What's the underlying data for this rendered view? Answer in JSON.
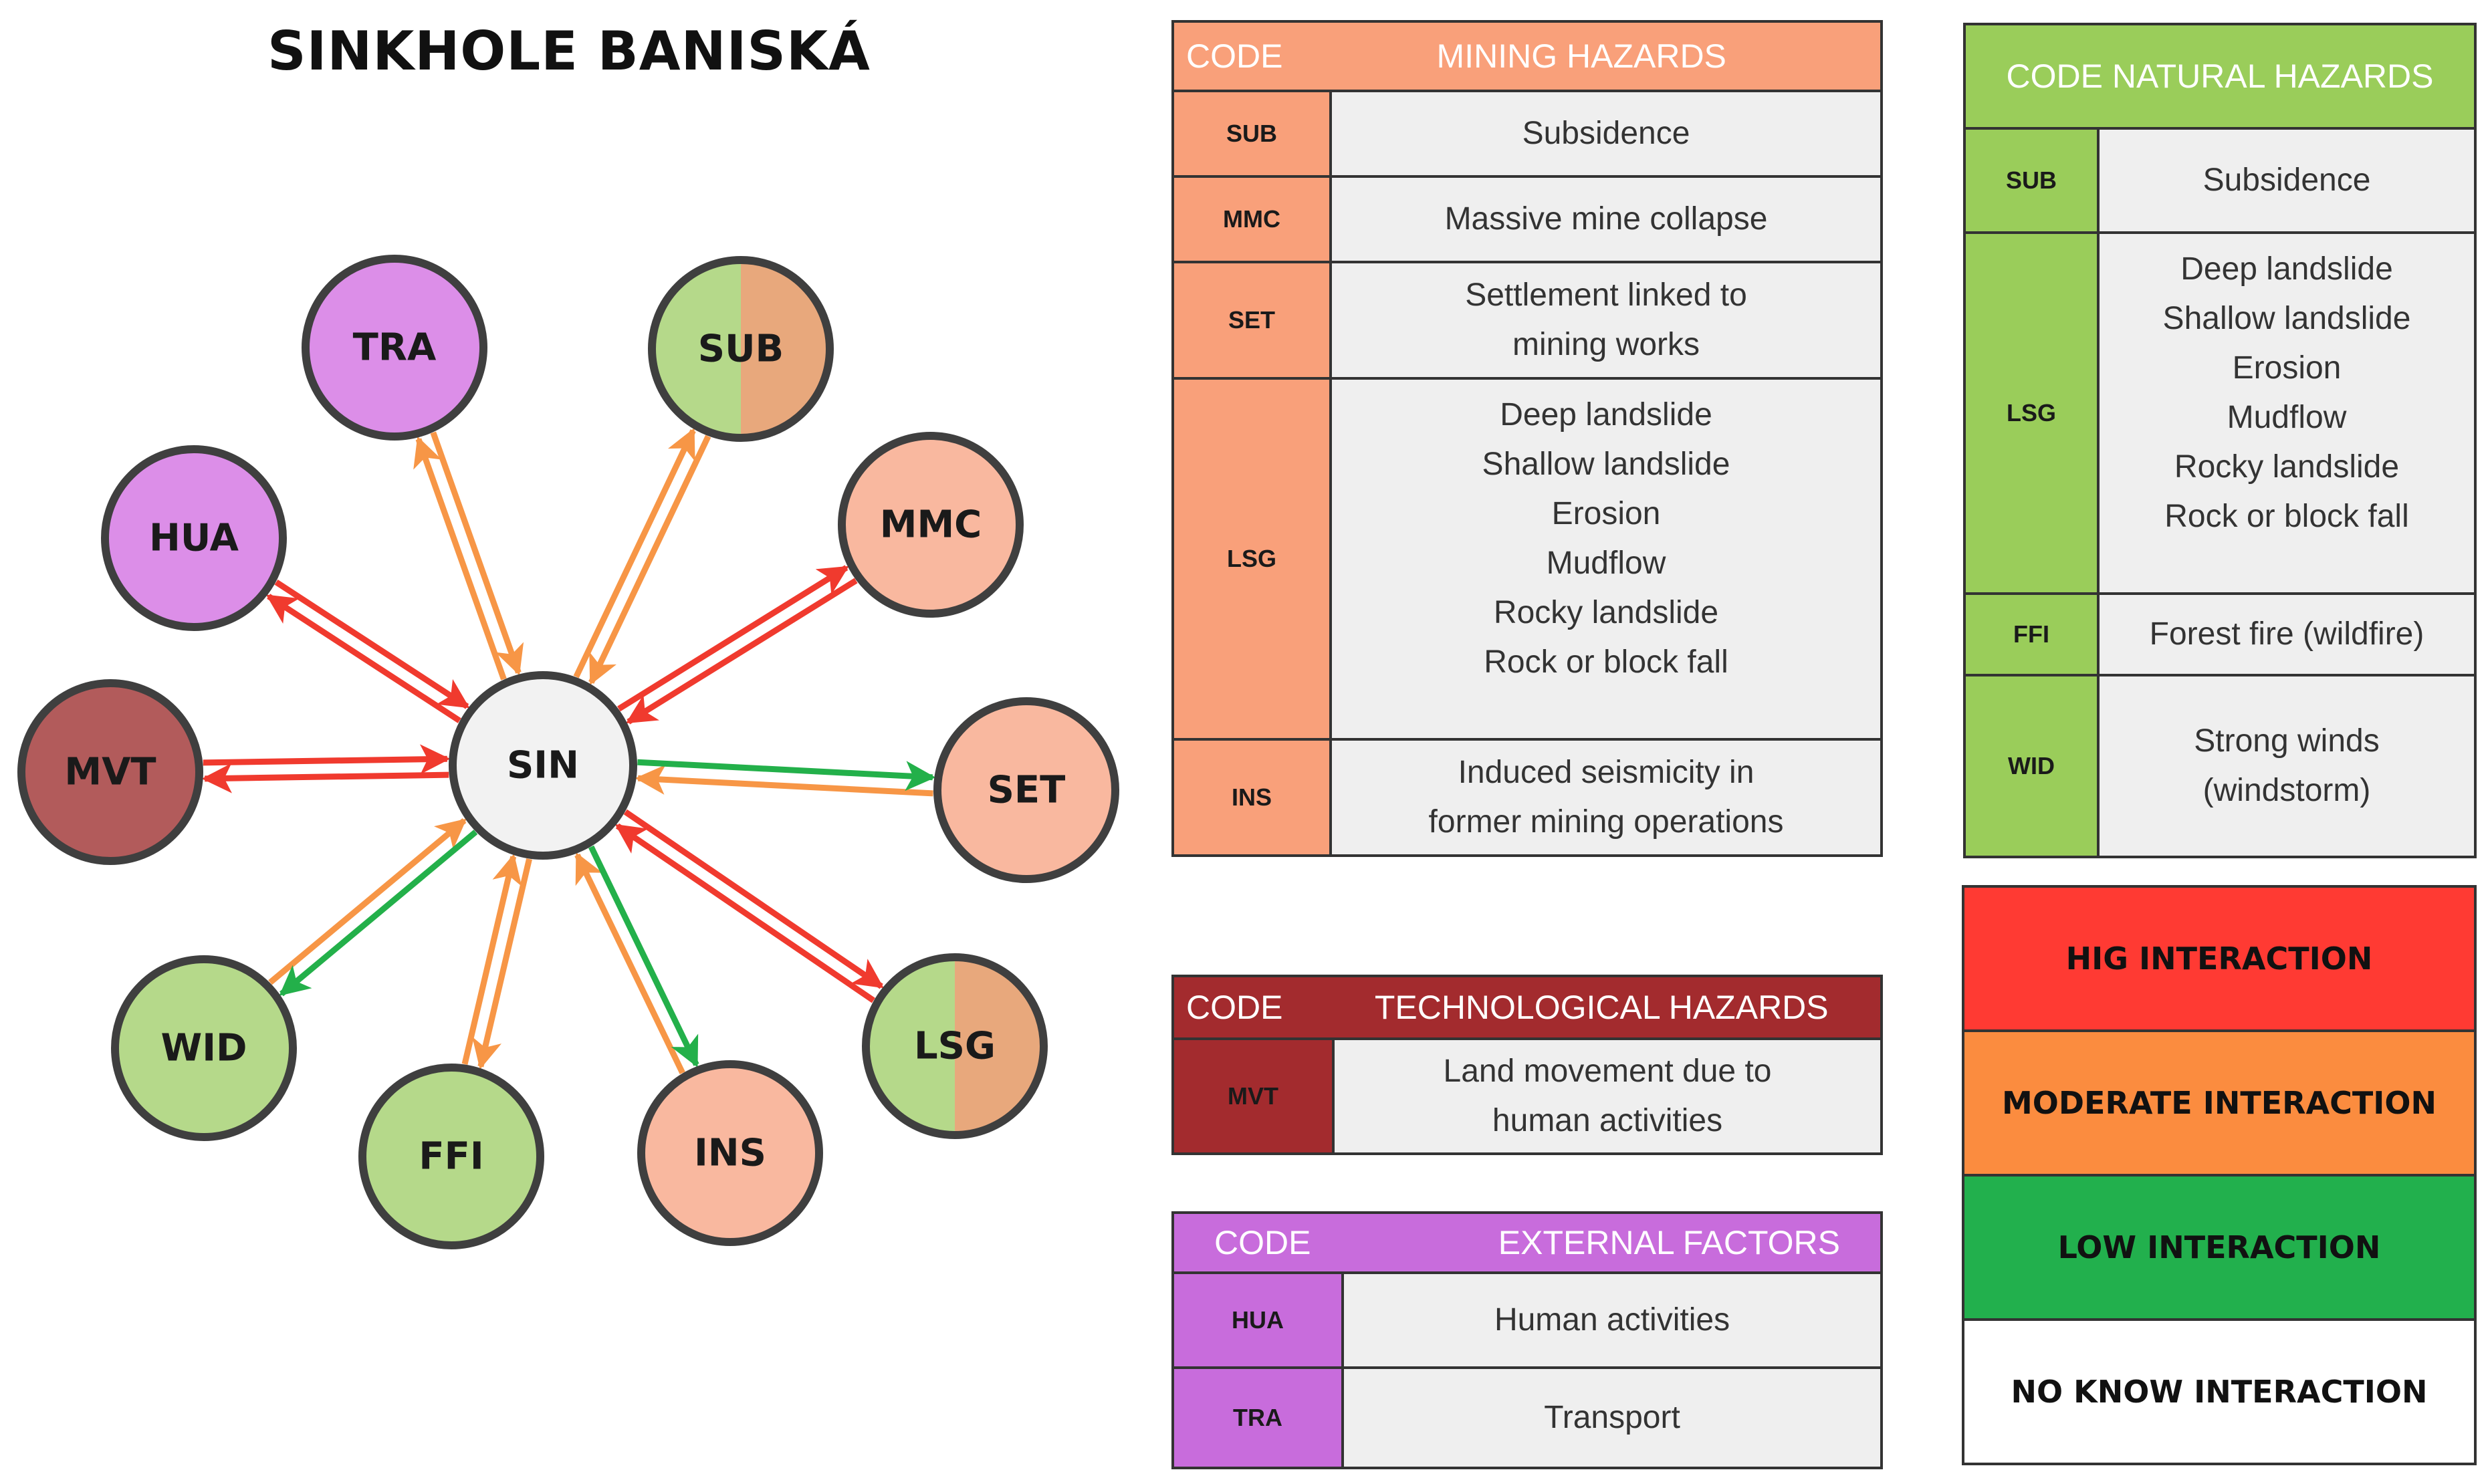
{
  "title": "SINKHOLE BANISKÁ",
  "diagram": {
    "nodes": [
      {
        "id": "SIN",
        "label": "SIN",
        "fill": "#f2f2f2",
        "fill2": null
      },
      {
        "id": "TRA",
        "label": "TRA",
        "fill": "#dc8ee8",
        "fill2": null
      },
      {
        "id": "SUB",
        "label": "SUB",
        "fill": "#b5d98a",
        "fill2": "#e8a87c"
      },
      {
        "id": "HUA",
        "label": "HUA",
        "fill": "#dc8ee8",
        "fill2": null
      },
      {
        "id": "MMC",
        "label": "MMC",
        "fill": "#f9b89f",
        "fill2": null
      },
      {
        "id": "MVT",
        "label": "MVT",
        "fill": "#b25b5b",
        "fill2": null
      },
      {
        "id": "SET",
        "label": "SET",
        "fill": "#f9b89f",
        "fill2": null
      },
      {
        "id": "WID",
        "label": "WID",
        "fill": "#b5d98a",
        "fill2": null
      },
      {
        "id": "LSG",
        "label": "LSG",
        "fill": "#b5d98a",
        "fill2": "#e8a87c"
      },
      {
        "id": "FFI",
        "label": "FFI",
        "fill": "#b5d98a",
        "fill2": null
      },
      {
        "id": "INS",
        "label": "INS",
        "fill": "#f9b89f",
        "fill2": null
      }
    ],
    "links": [
      {
        "node": "TRA",
        "to_center": "moderate",
        "from_center": "moderate"
      },
      {
        "node": "SUB",
        "to_center": "moderate",
        "from_center": "moderate"
      },
      {
        "node": "HUA",
        "to_center": "high",
        "from_center": "high"
      },
      {
        "node": "MMC",
        "to_center": "high",
        "from_center": "high"
      },
      {
        "node": "MVT",
        "to_center": "high",
        "from_center": "high"
      },
      {
        "node": "SET",
        "to_center": "moderate",
        "from_center": "low"
      },
      {
        "node": "WID",
        "to_center": "moderate",
        "from_center": "low"
      },
      {
        "node": "LSG",
        "to_center": "high",
        "from_center": "high"
      },
      {
        "node": "FFI",
        "to_center": "moderate",
        "from_center": "moderate"
      },
      {
        "node": "INS",
        "to_center": "moderate",
        "from_center": "low"
      }
    ],
    "interaction_colors": {
      "high": "#f03a2e",
      "moderate": "#f79646",
      "low": "#23b04a"
    }
  },
  "mining": {
    "header_code": "CODE",
    "header_title": "MINING HAZARDS",
    "rows": [
      {
        "code": "SUB",
        "lines": [
          "Subsidence"
        ]
      },
      {
        "code": "MMC",
        "lines": [
          "Massive mine collapse"
        ]
      },
      {
        "code": "SET",
        "lines": [
          "Settlement linked to",
          "mining works"
        ]
      },
      {
        "code": "LSG",
        "lines": [
          "Deep landslide",
          "Shallow landslide",
          "Erosion",
          "Mudflow",
          "Rocky landslide",
          "Rock or block fall"
        ]
      },
      {
        "code": "INS",
        "lines": [
          "Induced seismicity in",
          "former mining operations"
        ]
      }
    ]
  },
  "natural": {
    "header": "CODE NATURAL HAZARDS",
    "rows": [
      {
        "code": "SUB",
        "lines": [
          "Subsidence"
        ]
      },
      {
        "code": "LSG",
        "lines": [
          "Deep landslide",
          "Shallow landslide",
          "Erosion",
          "Mudflow",
          "Rocky landslide",
          "Rock or block fall"
        ]
      },
      {
        "code": "FFI",
        "lines": [
          "Forest fire (wildfire)"
        ]
      },
      {
        "code": "WID",
        "lines": [
          "Strong winds",
          "(windstorm)"
        ]
      }
    ]
  },
  "technological": {
    "header_code": "CODE",
    "header_title": "TECHNOLOGICAL HAZARDS",
    "rows": [
      {
        "code": "MVT",
        "lines": [
          "Land movement due to",
          "human activities"
        ]
      }
    ]
  },
  "external": {
    "header_code": "CODE",
    "header_title": "EXTERNAL FACTORS",
    "rows": [
      {
        "code": "HUA",
        "lines": [
          "Human activities"
        ]
      },
      {
        "code": "TRA",
        "lines": [
          "Transport"
        ]
      }
    ]
  },
  "legend": [
    {
      "label": "HIG INTERACTION",
      "color": "#ff3a33"
    },
    {
      "label": "MODERATE INTERACTION",
      "color": "#fb8c3f"
    },
    {
      "label": "LOW INTERACTION",
      "color": "#22b04d"
    },
    {
      "label": "NO KNOW INTERACTION",
      "color": "#ffffff"
    }
  ]
}
